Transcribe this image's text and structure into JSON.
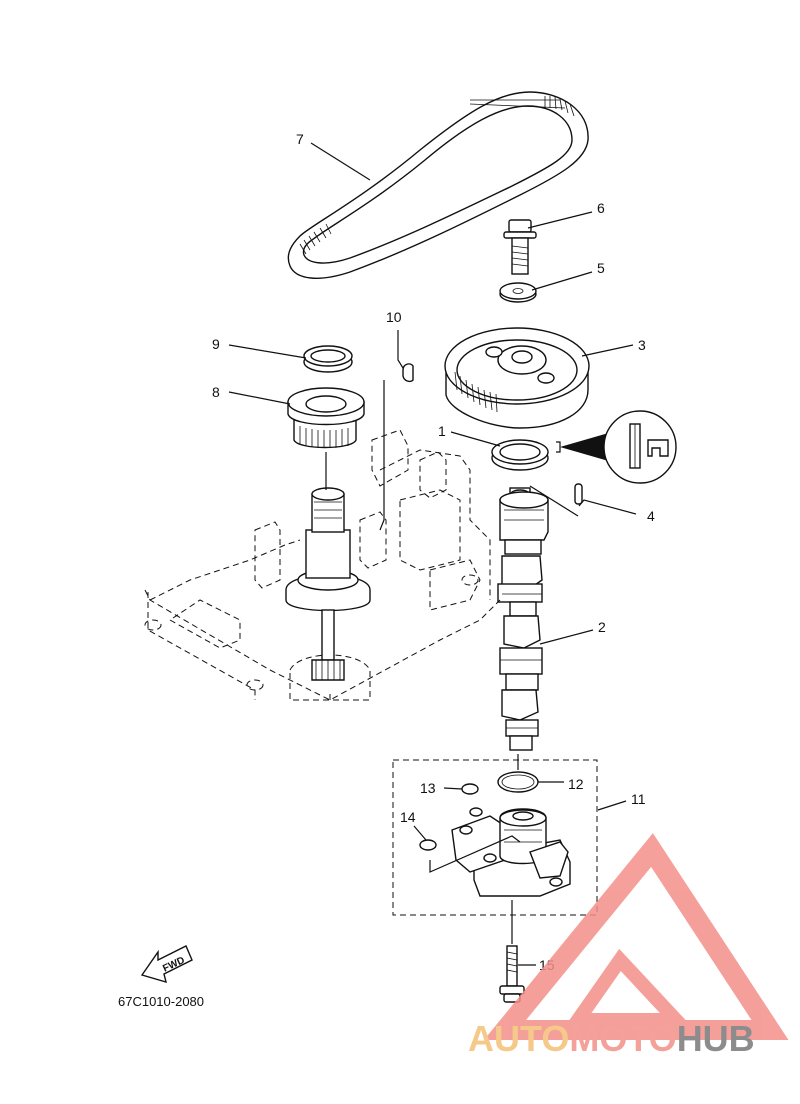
{
  "diagram": {
    "callouts": [
      "1",
      "2",
      "3",
      "4",
      "5",
      "6",
      "7",
      "8",
      "9",
      "10",
      "11",
      "12",
      "13",
      "14",
      "15"
    ],
    "fwd_label": "FWD",
    "diagram_code": "67C1010-2080"
  },
  "watermark": {
    "part1": "AUTO",
    "part2": "MOTO",
    "part3": "HUB",
    "colors": {
      "auto": "#f5c98a",
      "moto": "#f4a19a",
      "hub": "#8c8c8c",
      "triangle": "#f48f8a"
    }
  }
}
